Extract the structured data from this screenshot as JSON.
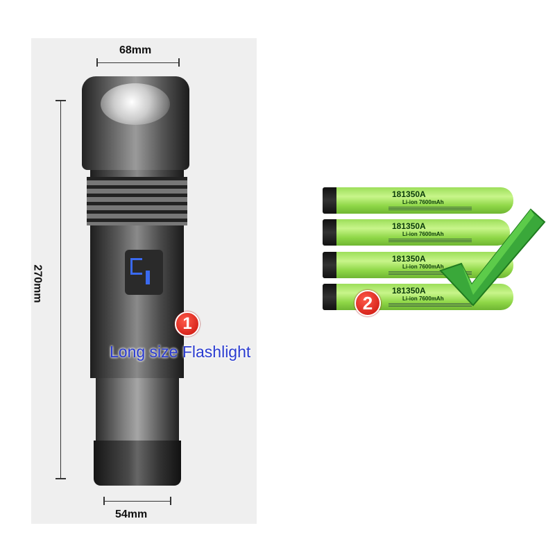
{
  "dimensions": {
    "width_top": "68mm",
    "height": "270mm",
    "width_bottom": "54mm"
  },
  "flashlight": {
    "badge": "1",
    "label": "Long size Flashlight"
  },
  "batteries": {
    "badge": "2",
    "items": [
      {
        "model": "181350A",
        "type": "Li-ion",
        "capacity": "7600mAh"
      },
      {
        "model": "181350A",
        "type": "Li-ion",
        "capacity": "7600mAh"
      },
      {
        "model": "181350A",
        "type": "Li-ion",
        "capacity": "7600mAh"
      },
      {
        "model": "181350A",
        "type": "Li-ion",
        "capacity": "7600mAh"
      }
    ]
  },
  "colors": {
    "label": "#2a3bd0",
    "battery": "#9fe05c",
    "check": "#3aa83a",
    "badge": "#d91a10"
  }
}
